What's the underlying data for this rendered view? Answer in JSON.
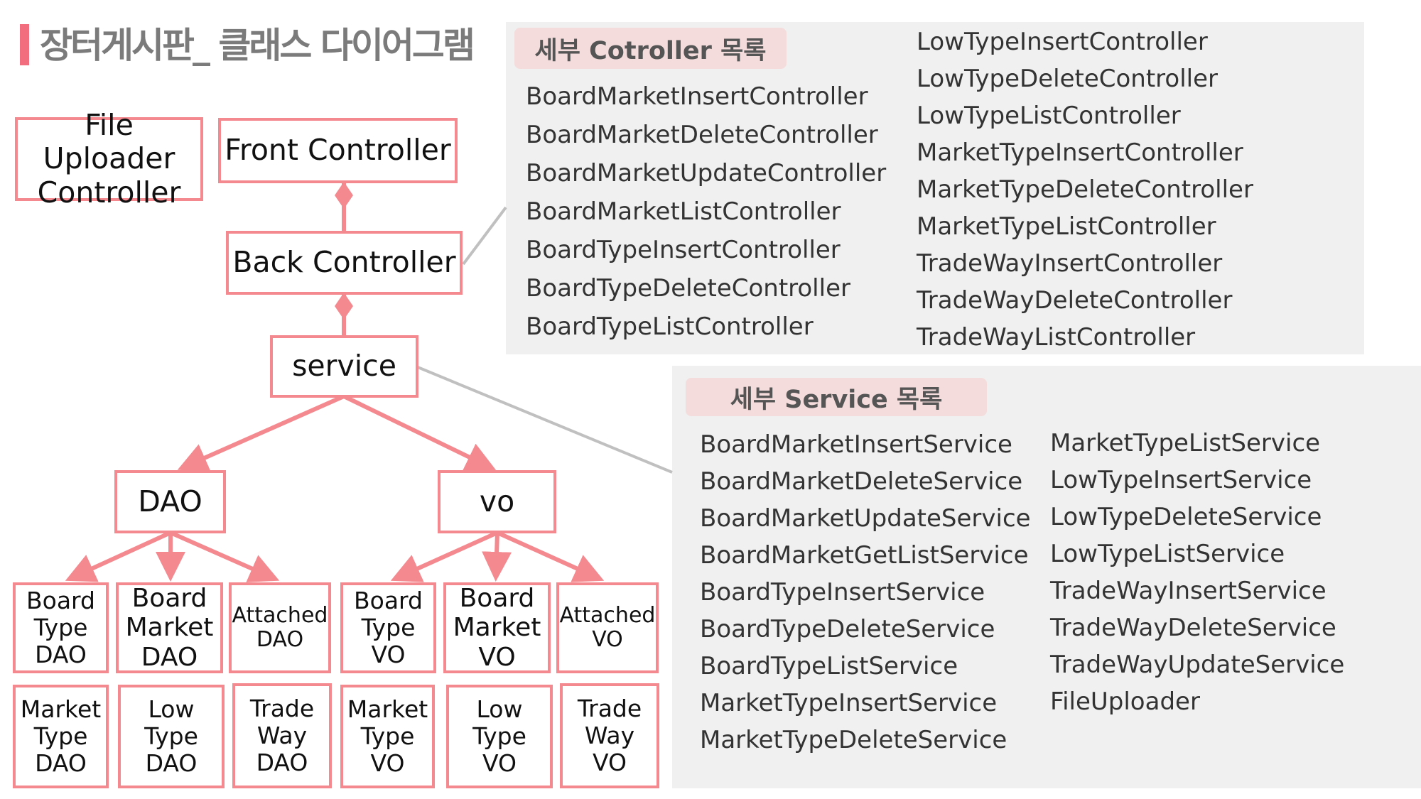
{
  "title": "장터게시판_ 클래스 다이어그램",
  "colors": {
    "accent": "#f26d7d",
    "box_border": "#f4898f",
    "panel": "#f0f0f0",
    "tag": "#f5dcdc",
    "connector": "#c0c0c0"
  },
  "nodes": {
    "file_uploader": "File Uploader\nController",
    "front_controller": "Front Controller",
    "back_controller": "Back Controller",
    "service": "service",
    "dao": "DAO",
    "vo": "vo",
    "board_type_dao": "Board\nType\nDAO",
    "board_market_dao": "Board\nMarket\nDAO",
    "attached_dao": "Attached\nDAO",
    "board_type_vo": "Board\nType\nVO",
    "board_market_vo": "Board\nMarket\nVO",
    "attached_vo": "Attached\nVO",
    "market_type_dao": "Market\nType\nDAO",
    "low_type_dao": "Low\nType\nDAO",
    "trade_way_dao": "Trade\nWay\nDAO",
    "market_type_vo": "Market\nType\nVO",
    "low_type_vo": "Low\nType\nVO",
    "trade_way_vo": "Trade\nWay\nVO"
  },
  "controller_panel": {
    "heading": "세부 Cotroller 목록",
    "left": [
      "BoardMarketInsertController",
      "BoardMarketDeleteController",
      "BoardMarketUpdateController",
      "BoardMarketListController",
      "BoardTypeInsertController",
      "BoardTypeDeleteController",
      "BoardTypeListController"
    ],
    "right": [
      "LowTypeInsertController",
      "LowTypeDeleteController",
      "LowTypeListController",
      "MarketTypeInsertController",
      "MarketTypeDeleteController",
      "MarketTypeListController",
      "TradeWayInsertController",
      "TradeWayDeleteController",
      "TradeWayListController"
    ]
  },
  "service_panel": {
    "heading": "세부 Service 목록",
    "left": [
      "BoardMarketInsertService",
      "BoardMarketDeleteService",
      "BoardMarketUpdateService",
      "BoardMarketGetListService",
      "BoardTypeInsertService",
      "BoardTypeDeleteService",
      "BoardTypeListService",
      "MarketTypeInsertService",
      "MarketTypeDeleteService"
    ],
    "right": [
      "MarketTypeListService",
      "LowTypeInsertService",
      "LowTypeDeleteService",
      "LowTypeListService",
      "TradeWayInsertService",
      "TradeWayDeleteService",
      "TradeWayUpdateService",
      "FileUploader"
    ]
  }
}
